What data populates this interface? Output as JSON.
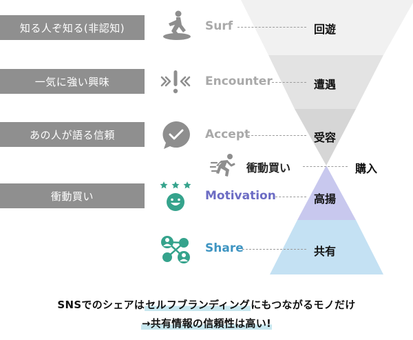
{
  "left_labels": [
    "知る人ぞ知る(非認知)",
    "一気に強い興味",
    "あの人が語る信頼",
    "衝動買い"
  ],
  "stages": {
    "surf": "Surf",
    "encounter": "Encounter",
    "accept": "Accept",
    "impulse": "衝動買い",
    "motivation": "Motivation",
    "share": "Share"
  },
  "results": {
    "surf": "回遊",
    "encounter": "遭遇",
    "accept": "受容",
    "purchase": "購入",
    "motivation": "高揚",
    "share": "共有"
  },
  "caption": {
    "line1_pre": "SNSでのシェアは",
    "line1_highlight": "セルフブランディング",
    "line1_post": "にもつながるモノだけ",
    "line2_highlight": "→共有情報の信頼性は高い!"
  },
  "colors": {
    "funnel_band_1": "#f1f1f1",
    "funnel_band_2": "#e3e3e3",
    "funnel_band_3": "#d6d6d6",
    "pyramid_top": "#c8c8ee",
    "pyramid_bottom": "#c4e1f3",
    "left_label_bg": "#8f8f8f",
    "icon_gray": "#8e8e8e",
    "icon_teal": "#35a38c",
    "motivation_text": "#6c6cc4",
    "share_text": "#3f95c2"
  },
  "icons": {
    "surf": "surfer-icon",
    "encounter": "exclamation-chevrons-icon",
    "accept": "checkmark-speech-bubble-icon",
    "impulse": "running-person-icon",
    "motivation": "smiley-with-stars-icon",
    "share": "share-network-icon"
  }
}
